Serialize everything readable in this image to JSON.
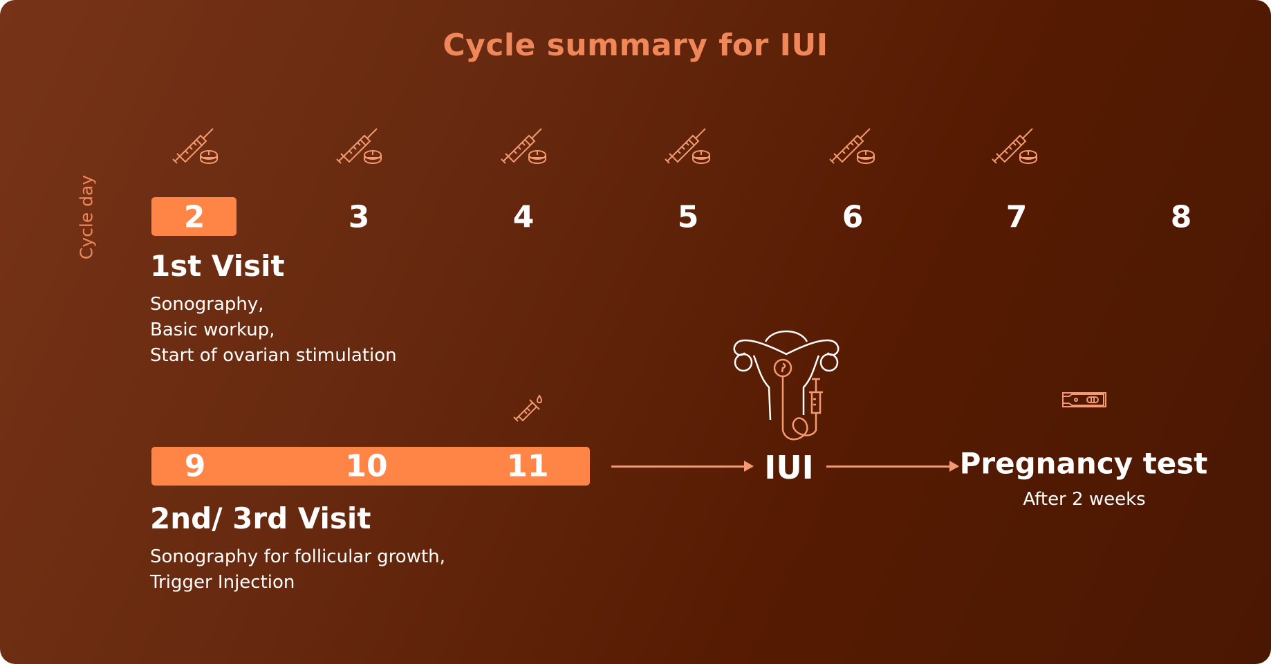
{
  "title": "Cycle summary for IUI",
  "axis_label": "Cycle day",
  "days_row1": [
    "2",
    "3",
    "4",
    "5",
    "6",
    "7",
    "8"
  ],
  "days_row2": [
    "9",
    "10",
    "11"
  ],
  "visit1": {
    "heading": "1st Visit",
    "lines": [
      "Sonography,",
      "Basic workup,",
      "Start of ovarian stimulation"
    ]
  },
  "visit2": {
    "heading": "2nd/ 3rd Visit",
    "lines": [
      "Sonography for follicular growth,",
      "Trigger Injection"
    ]
  },
  "iui": {
    "label": "IUI"
  },
  "pregnancy": {
    "heading": "Pregnancy test",
    "sub": "After 2 weeks"
  },
  "colors": {
    "accent": "#ff8547",
    "title": "#f0875a",
    "bg_start": "#773317",
    "bg_end": "#4a1703"
  }
}
